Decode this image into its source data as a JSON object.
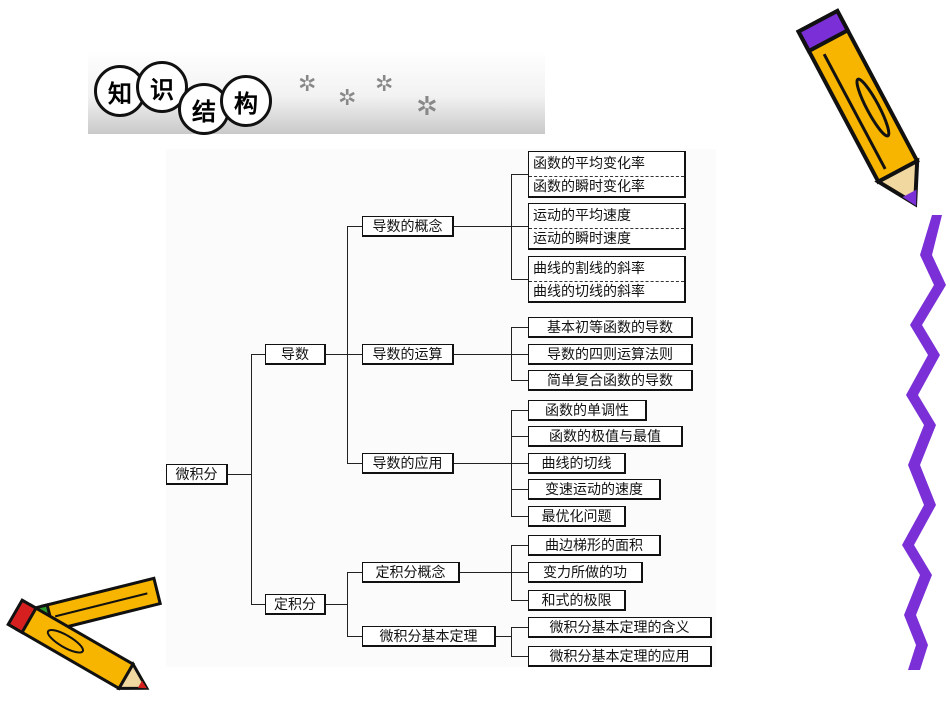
{
  "header": {
    "chars": [
      "知",
      "识",
      "结",
      "构"
    ]
  },
  "tree": {
    "root": "微积分",
    "derivative": {
      "label": "导数",
      "concept": {
        "label": "导数的概念",
        "pairs": [
          [
            "函数的平均变化率",
            "函数的瞬时变化率"
          ],
          [
            "运动的平均速度",
            "运动的瞬时速度"
          ],
          [
            "曲线的割线的斜率",
            "曲线的切线的斜率"
          ]
        ]
      },
      "operation": {
        "label": "导数的运算",
        "items": [
          "基本初等函数的导数",
          "导数的四则运算法则",
          "简单复合函数的导数"
        ]
      },
      "application": {
        "label": "导数的应用",
        "items": [
          "函数的单调性",
          "函数的极值与最值",
          "曲线的切线",
          "变速运动的速度",
          "最优化问题"
        ]
      }
    },
    "integral": {
      "label": "定积分",
      "concept": {
        "label": "定积分概念",
        "items": [
          "曲边梯形的面积",
          "变力所做的功",
          "和式的极限"
        ]
      },
      "theorem": {
        "label": "微积分基本定理",
        "items": [
          "微积分基本定理的含义",
          "微积分基本定理的应用"
        ]
      }
    }
  },
  "decorations": {
    "pencil_colors": [
      "#f7b500",
      "#7b2fd6",
      "#d62020",
      "#2a9a2a"
    ],
    "icons": [
      "pencil-icon",
      "star-icon"
    ]
  }
}
